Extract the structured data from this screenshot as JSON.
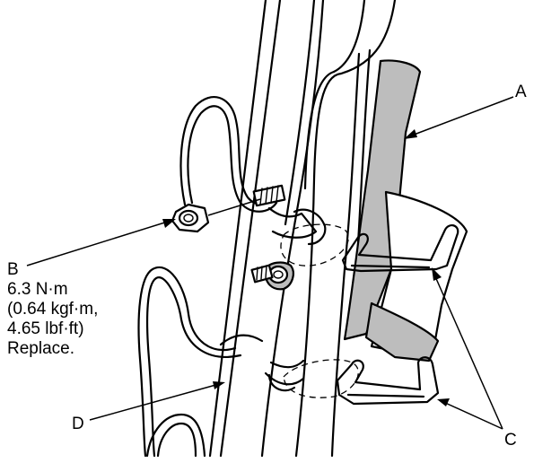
{
  "labels": {
    "a": "A",
    "b": "B",
    "c": "C",
    "d": "D"
  },
  "torque_spec": {
    "line1": "6.3 N·m",
    "line2": "(0.64 kgf·m,",
    "line3": "4.65 lbf·ft)",
    "line4": "Replace."
  },
  "colors": {
    "line": "#000000",
    "shade": "#bdbdbd",
    "background": "#ffffff"
  }
}
